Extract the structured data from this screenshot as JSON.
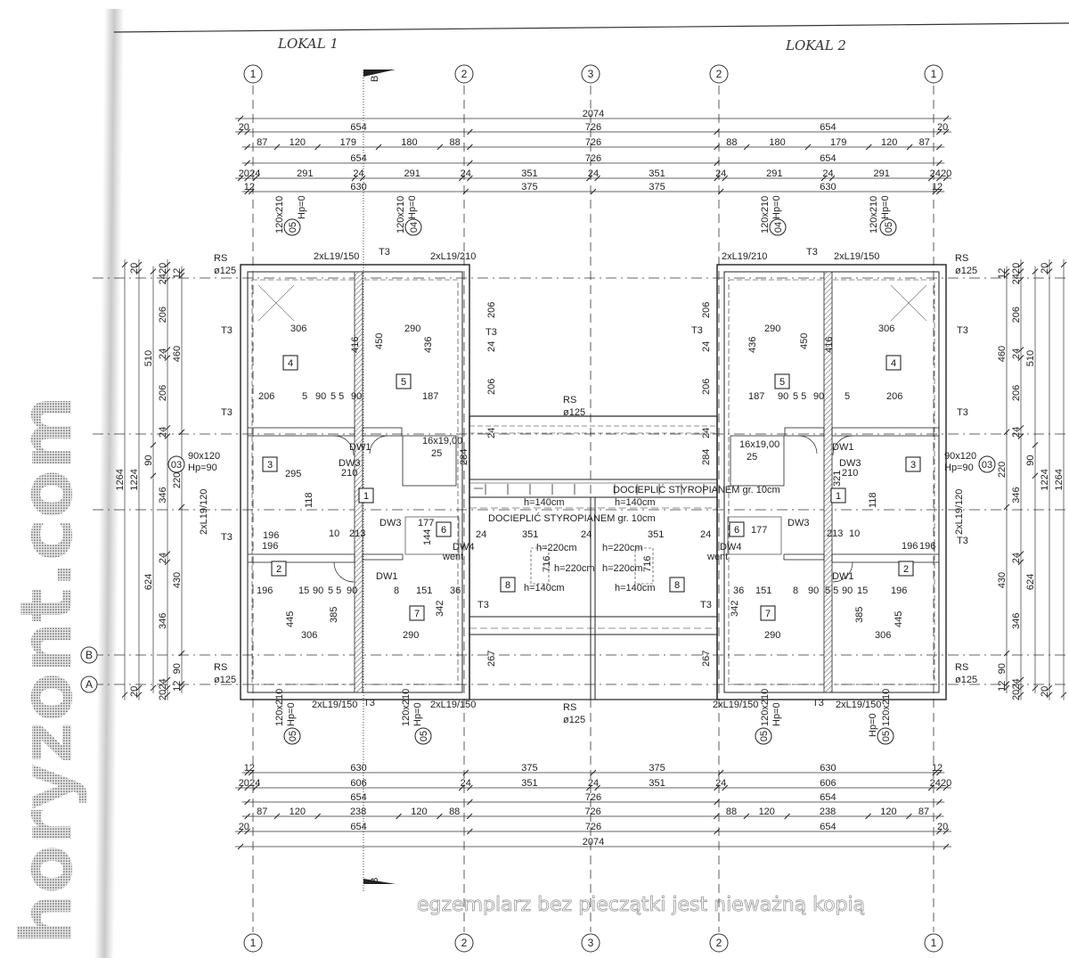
{
  "header": {
    "lokal1": "LOKAL 1",
    "lokal2": "LOKAL 2"
  },
  "section_marker": "B",
  "axes": {
    "top": [
      "1",
      "2",
      "3",
      "2",
      "1"
    ],
    "bottom": [
      "1",
      "2",
      "3",
      "2",
      "1"
    ],
    "left": [
      "B",
      "A"
    ]
  },
  "dimensions_top": [
    [
      2074
    ],
    [
      20,
      654,
      726,
      654,
      20
    ],
    [
      87,
      120,
      179,
      180,
      88,
      726,
      88,
      180,
      179,
      120,
      87
    ],
    [
      654,
      726,
      654
    ],
    [
      20,
      24,
      291,
      24,
      291,
      24,
      351,
      24,
      351,
      24,
      291,
      24,
      291,
      24,
      20
    ],
    [
      12,
      630,
      375,
      375,
      630,
      12
    ]
  ],
  "dimensions_bottom": [
    [
      12,
      630,
      375,
      375,
      630,
      12
    ],
    [
      20,
      24,
      606,
      24,
      351,
      24,
      351,
      24,
      606,
      24,
      20
    ],
    [
      654,
      726,
      654
    ],
    [
      87,
      120,
      238,
      120,
      88,
      726,
      88,
      120,
      238,
      120,
      87
    ],
    [
      20,
      654,
      726,
      654,
      20
    ],
    [
      2074
    ]
  ],
  "dimensions_left": [
    [
      1264
    ],
    [
      20,
      1224,
      20
    ],
    [
      510,
      90,
      624
    ],
    [
      20,
      24,
      206,
      24,
      206,
      24,
      346,
      24,
      346,
      24,
      20
    ],
    [
      12,
      460,
      220,
      430,
      90,
      12
    ]
  ],
  "dimensions_right": [
    [
      12,
      460,
      220,
      430,
      90,
      12
    ],
    [
      20,
      24,
      206,
      24,
      206,
      24,
      346,
      24,
      346,
      24,
      20
    ],
    [
      510,
      90,
      624
    ],
    [
      20,
      1224,
      20
    ],
    [
      1264
    ]
  ],
  "rooms": [
    "4",
    "5",
    "3",
    "1",
    "6",
    "2",
    "7",
    "8",
    "5",
    "4",
    "1",
    "3",
    "6",
    "2",
    "7",
    "8"
  ],
  "labels": [
    "RS",
    "ø125",
    "RS",
    "ø125",
    "RS",
    "ø125",
    "RS",
    "ø125",
    "RS",
    "ø125",
    "RS",
    "ø125",
    "2xL19/150",
    "2xL19/210",
    "2xL19/210",
    "2xL19/150",
    "2xL19/150",
    "2xL19/150",
    "2xL19/150",
    "2xL19/150",
    "2xL19/120",
    "2xL19/120",
    "T3",
    "T3",
    "T3",
    "T3",
    "T3",
    "T3",
    "T3",
    "T3",
    "T3",
    "T3",
    "T3",
    "T3",
    "T3",
    "T3",
    "120x210",
    "Hp=0",
    "120x210",
    "Hp=0",
    "120x210",
    "Hp=0",
    "120x210",
    "Hp=0",
    "120x210",
    "Hp=0",
    "120x210",
    "Hp=0",
    "120x210",
    "Hp=0",
    "120x210",
    "Hp=0",
    "90x120",
    "Hp=90",
    "90x120",
    "Hp=90",
    "306",
    "290",
    "416",
    "450",
    "436",
    "206",
    "5",
    "90",
    "5 5",
    "90",
    "187",
    "295",
    "213",
    "10",
    "196",
    "196",
    "15",
    "90",
    "5 5",
    "90",
    "8",
    "151",
    "306",
    "290",
    "445",
    "385",
    "342",
    "144",
    "177",
    "36",
    "210",
    "118",
    "290",
    "306",
    "416",
    "450",
    "436",
    "187",
    "90",
    "5 5",
    "90",
    "5",
    "206",
    "321",
    "213",
    "10",
    "196",
    "196",
    "15",
    "90",
    "5 5",
    "90",
    "8",
    "151",
    "306",
    "290",
    "445",
    "385",
    "342",
    "177",
    "36",
    "210",
    "118",
    "284",
    "284",
    "206",
    "206",
    "206",
    "206",
    "24",
    "24",
    "24",
    "24",
    "351",
    "351",
    "24",
    "24",
    "24",
    "716",
    "716",
    "267",
    "267",
    "h=140cm",
    "h=140cm",
    "h=140cm",
    "h=140cm",
    "h=220cm",
    "h=220cm",
    "h=220cm",
    "h=220cm",
    "DOCIEPLIĆ STYROPIANEM gr. 10cm",
    "DOCIEPLIĆ STYROPIANEM gr. 10cm",
    "DW1",
    "DW1",
    "DW1",
    "DW1",
    "DW3",
    "DW3",
    "DW3",
    "DW3",
    "DW4",
    "DW4",
    "16x19,00",
    "25",
    "16x19,00",
    "25",
    "went",
    "went",
    "196",
    "196"
  ],
  "window_tags": [
    "05",
    "04",
    "05",
    "05",
    "04",
    "05",
    "05",
    "05",
    "03",
    "03"
  ],
  "watermark": "horyzont.com",
  "stamp_note": "egzemplarz bez pieczątki jest nieważną kopią"
}
